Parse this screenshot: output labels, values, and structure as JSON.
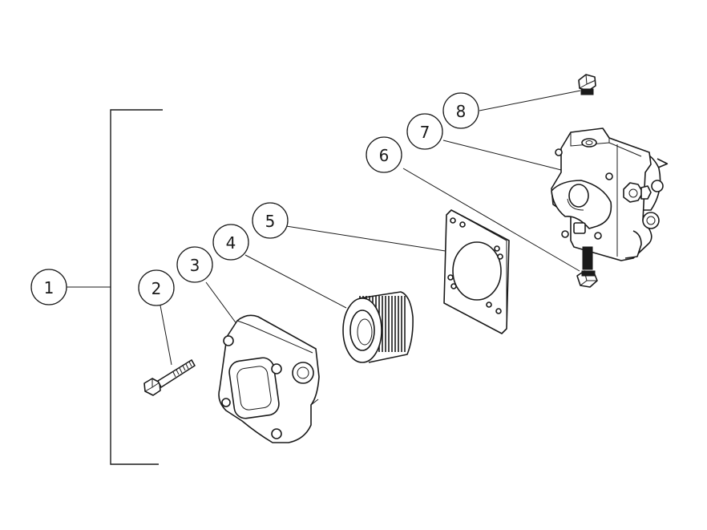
{
  "callouts": [
    {
      "id": "1",
      "label": "1"
    },
    {
      "id": "2",
      "label": "2"
    },
    {
      "id": "3",
      "label": "3"
    },
    {
      "id": "4",
      "label": "4"
    },
    {
      "id": "5",
      "label": "5"
    },
    {
      "id": "6",
      "label": "6"
    },
    {
      "id": "7",
      "label": "7"
    },
    {
      "id": "8",
      "label": "8"
    }
  ],
  "parts": [
    {
      "callout": "1",
      "icon": "assembly-bracket-icon"
    },
    {
      "callout": "2",
      "icon": "bolt-icon"
    },
    {
      "callout": "3",
      "icon": "strainer-cover-icon"
    },
    {
      "callout": "4",
      "icon": "filter-cartridge-icon"
    },
    {
      "callout": "5",
      "icon": "gasket-icon"
    },
    {
      "callout": "6",
      "icon": "fitting-icon"
    },
    {
      "callout": "7",
      "icon": "pump-body-icon"
    },
    {
      "callout": "8",
      "icon": "plug-icon"
    }
  ],
  "colors": {
    "line": "#1a1a1a",
    "background": "#ffffff"
  }
}
